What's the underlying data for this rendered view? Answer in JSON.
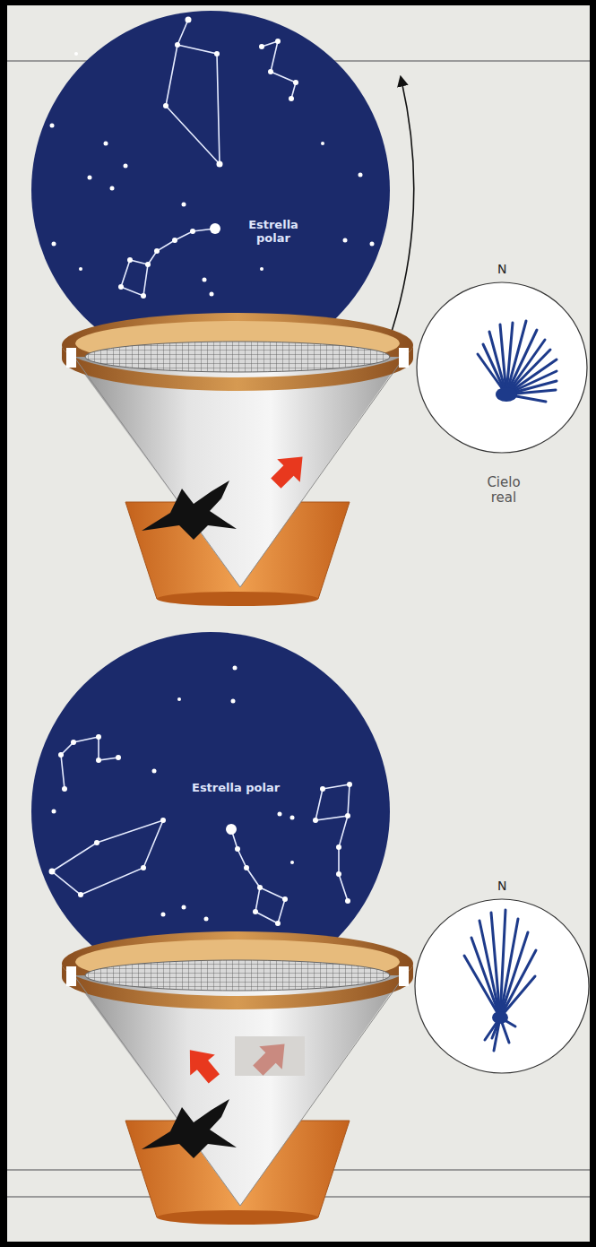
{
  "diagram": {
    "labels": [
      "Estrella polar",
      "N",
      "Cielo real",
      "Estrella polar",
      "N"
    ]
  }
}
